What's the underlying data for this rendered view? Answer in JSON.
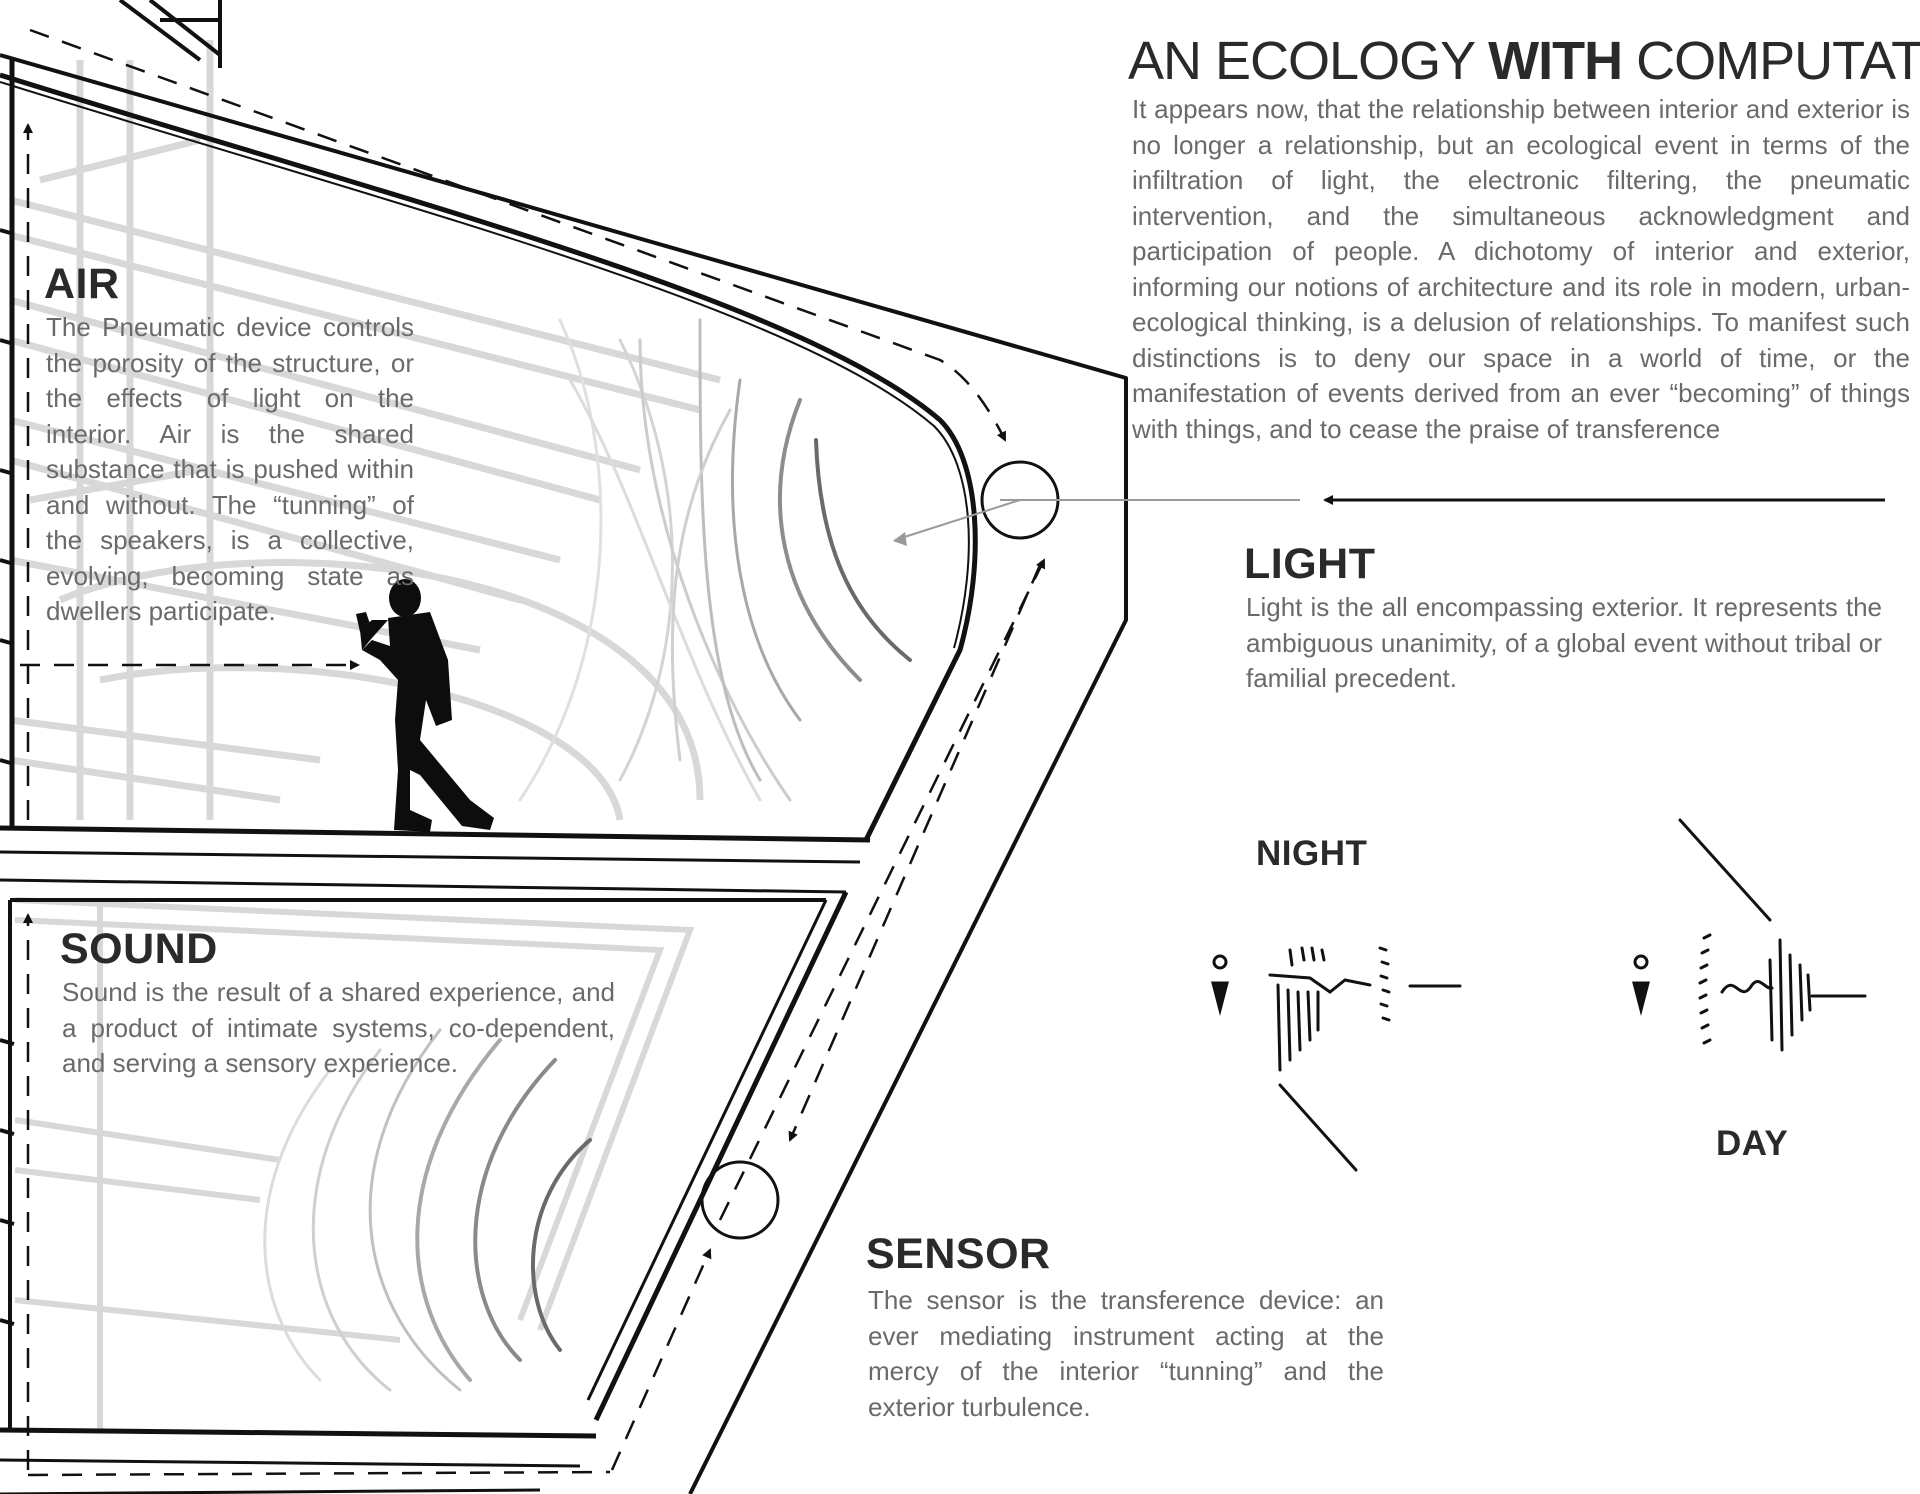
{
  "title": {
    "prefix": "AN ECOLOGY ",
    "emphasis": "WITH",
    "suffix": " COMPUTATION"
  },
  "intro": "It appears now, that the relationship between interior and exterior is no longer a relationship, but an ecological event in terms of the infiltration of light, the electronic filtering, the pneumatic intervention, and the simultaneous acknowledgment and participation of people.  A dichotomy of interior and exterior, informing our notions of architecture and its role in modern, urban-ecological thinking, is a delusion of relationships.  To manifest such distinctions is to deny our space in a world of time, or the manifestation of events derived from an ever “becoming” of things with things, and to cease the praise of transference",
  "sections": {
    "air": {
      "heading": "AIR",
      "text": "The Pneumatic device controls the porosity of the structure, or the effects of light on the interior.  Air is the shared substance that is pushed within and without.  The “tunning” of the speakers, is a collective, evolving, becoming state as dwellers participate."
    },
    "sound": {
      "heading": "SOUND",
      "text": "Sound is the result of a shared experience, and a product of intimate systems, co-dependent, and serving a sensory experience."
    },
    "light": {
      "heading": "LIGHT",
      "text": "Light is the all encompassing exterior.  It represents the ambiguous unanimity, of a global event without tribal or familial precedent."
    },
    "sensor": {
      "heading": "SENSOR",
      "text": "The sensor is the transference device: an ever mediating instrument acting at the mercy of the interior “tunning” and the exterior turbulence."
    }
  },
  "sketch_labels": {
    "night": "NIGHT",
    "day": "DAY"
  },
  "colors": {
    "ink": "#111111",
    "structure_grey": "#d6d6d6",
    "wave_grey": "#8a8a8a",
    "text_grey": "#6a6a6a"
  }
}
